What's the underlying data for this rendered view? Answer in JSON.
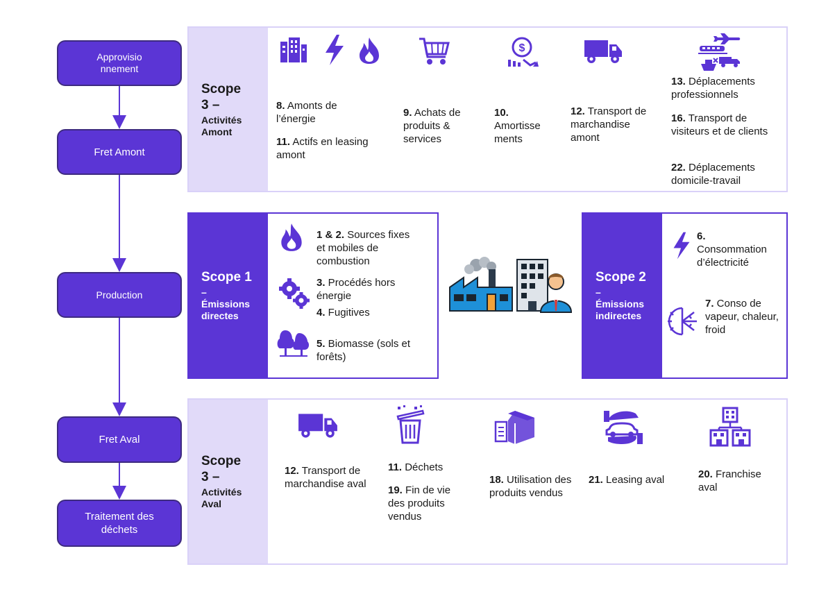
{
  "flow": {
    "approvisionnement": "Approvisio\nnnement",
    "fret_amont": "Fret Amont",
    "production": "Production",
    "fret_aval": "Fret Aval",
    "traitement": "Traitement des\ndéchets"
  },
  "upstream": {
    "title": "Scope\n3 –",
    "subtitle": "Activités\nAmont",
    "items": [
      {
        "num": "8.",
        "text": " Amonts de l’énergie"
      },
      {
        "num": "11.",
        "text": " Actifs en leasing amont"
      },
      {
        "num": "9.",
        "text": " Achats de produits & services"
      },
      {
        "num": "10.",
        "text": "\nAmortisse\nments"
      },
      {
        "num": "12.",
        "text": " Transport de marchandise amont"
      },
      {
        "num": "13.",
        "text": " Déplacements professionnels"
      },
      {
        "num": "16.",
        "text": " Transport de visiteurs et de clients"
      },
      {
        "num": "22.",
        "text": " Déplacements domicile-travail"
      }
    ]
  },
  "scope1": {
    "title": "Scope 1",
    "subtitle": "–\nÉmissions\ndirectes",
    "items": [
      {
        "num": "1 & 2.",
        "text": " Sources fixes et mobiles de combustion"
      },
      {
        "num": "3.",
        "text": " Procédés hors énergie"
      },
      {
        "num": "4.",
        "text": " Fugitives"
      },
      {
        "num": "5.",
        "text": " Biomasse (sols et forêts)"
      }
    ]
  },
  "scope2": {
    "title": "Scope 2",
    "subtitle": "–\nÉmissions\nindirectes",
    "items": [
      {
        "num": "6.",
        "text": "\nConsommation\nd’électricité"
      },
      {
        "num": "7.",
        "text": " Conso de vapeur, chaleur, froid"
      }
    ]
  },
  "downstream": {
    "title": "Scope\n3 –",
    "subtitle": "Activités\nAval",
    "items": [
      {
        "num": "12.",
        "text": " Transport de marchandise aval"
      },
      {
        "num": "11.",
        "text": " Déchets"
      },
      {
        "num": "19.",
        "text": " Fin de vie des produits vendus"
      },
      {
        "num": "18.",
        "text": " Utilisation des produits vendus"
      },
      {
        "num": "21.",
        "text": " Leasing aval"
      },
      {
        "num": "20.",
        "text": " Franchise aval"
      }
    ]
  },
  "icons": {
    "building": "building-icon",
    "lightning": "lightning-icon",
    "flame": "flame-icon",
    "cart": "shopping-cart-icon",
    "depreciation": "coin-depreciation-icon",
    "truck": "truck-icon",
    "travel": "plane-train-ship-icon",
    "gears": "gears-icon",
    "trees": "trees-icon",
    "factory": "factory-icon",
    "office": "office-worker-icon",
    "steam": "hot-cold-icon",
    "trash": "trash-icon",
    "box": "product-box-icon",
    "car_hands": "car-leasing-icon",
    "franchise": "franchise-stores-icon"
  },
  "colors": {
    "accent": "#5b35d5",
    "light_header": "#e1daf9",
    "panel_border": "#d9d1f8"
  }
}
